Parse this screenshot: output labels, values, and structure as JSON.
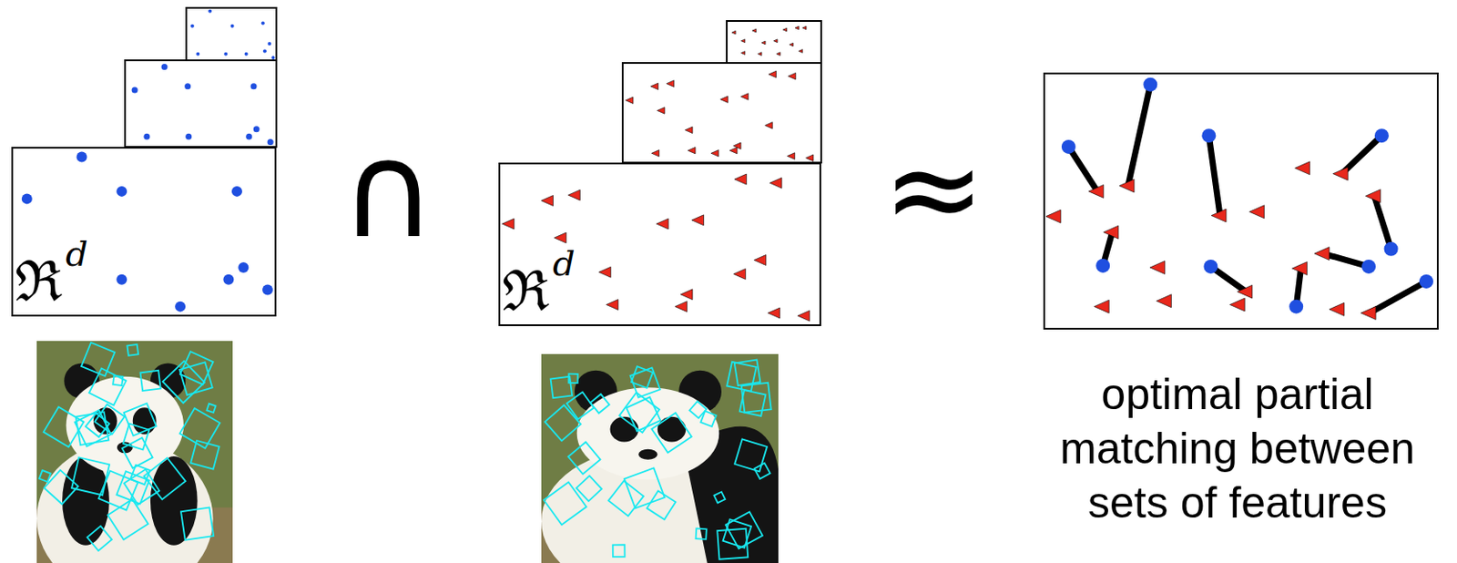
{
  "diagram": {
    "nodes": [
      {
        "text": [
          "ℜ",
          "d"
        ]
      },
      {
        "text": [
          "ℜ",
          "d"
        ]
      }
    ],
    "labels": [
      "∩",
      "≈",
      "optimal partial matching between sets of features"
    ]
  }
}
